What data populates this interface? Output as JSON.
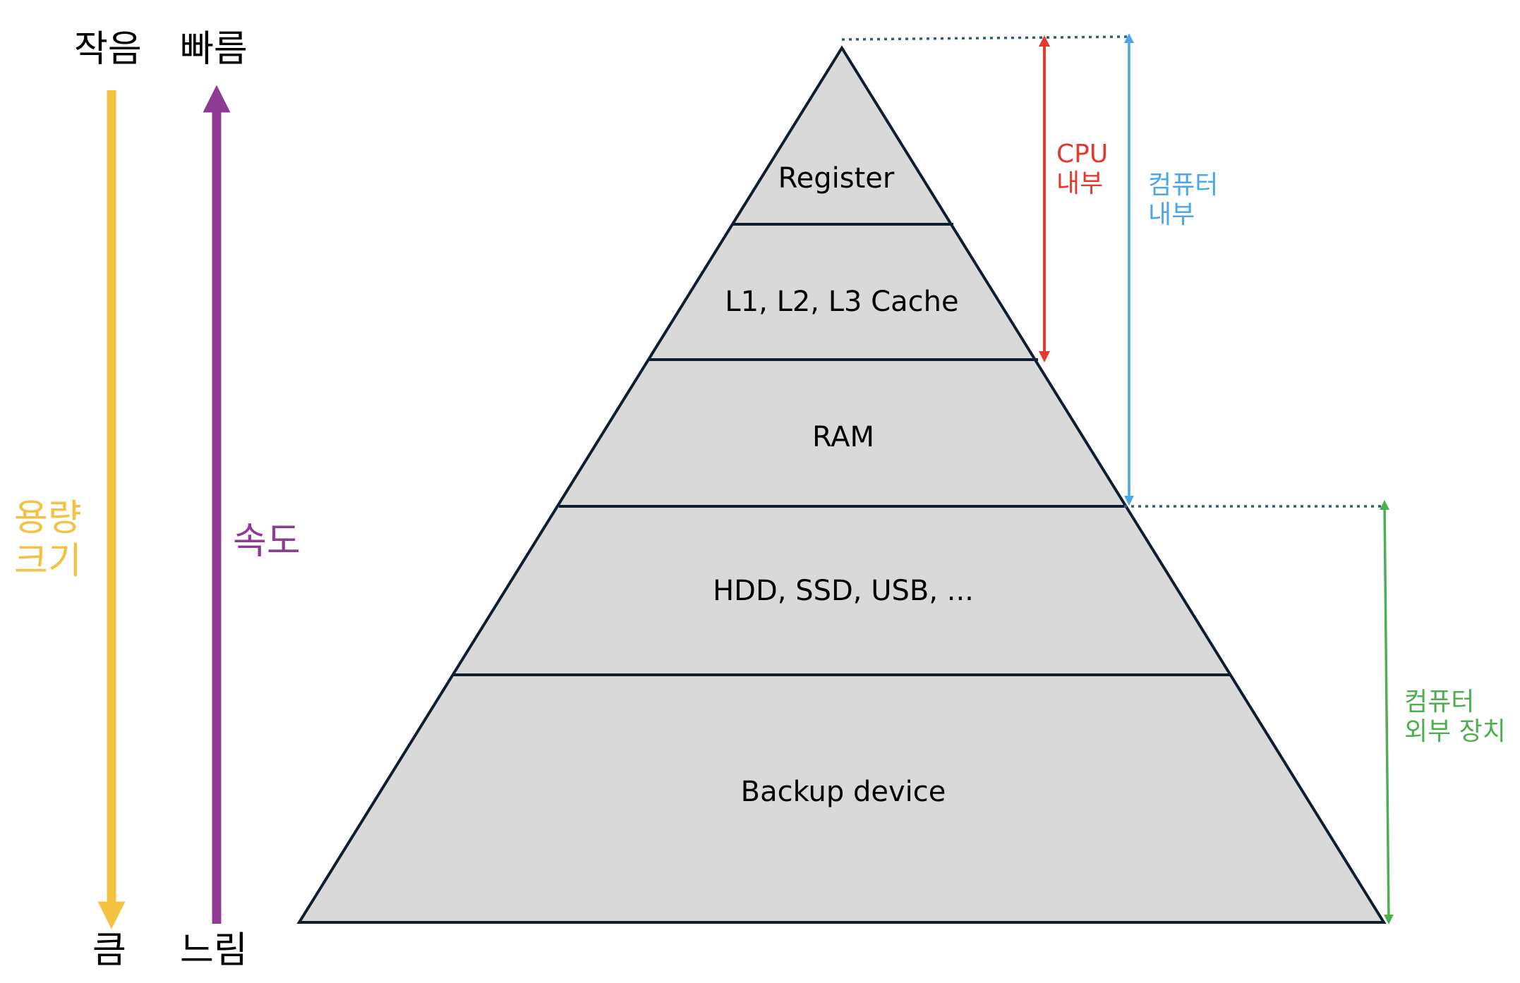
{
  "left_axis": {
    "capacity": {
      "top": "작음",
      "bottom": "큼",
      "label": "용량\n크기",
      "color": "#F4C242"
    },
    "speed": {
      "top": "빠름",
      "bottom": "느림",
      "label": "속도",
      "color": "#8E3B96"
    }
  },
  "pyramid": {
    "fill": "#D9D9D9",
    "stroke": "#0F1E2E",
    "tiers": [
      {
        "label": "Register"
      },
      {
        "label": "L1, L2, L3 Cache"
      },
      {
        "label": "RAM"
      },
      {
        "label": "HDD, SSD, USB, ..."
      },
      {
        "label": "Backup device"
      }
    ]
  },
  "ranges": {
    "cpu_internal": {
      "label": "CPU\n내부",
      "color": "#E23A2E"
    },
    "computer_internal": {
      "label": "컴퓨터\n내부",
      "color": "#4BA7E8"
    },
    "computer_external": {
      "label": "컴퓨터\n외부 장치",
      "color": "#4DAF4F"
    },
    "guide_color": "#2E5C7A"
  }
}
